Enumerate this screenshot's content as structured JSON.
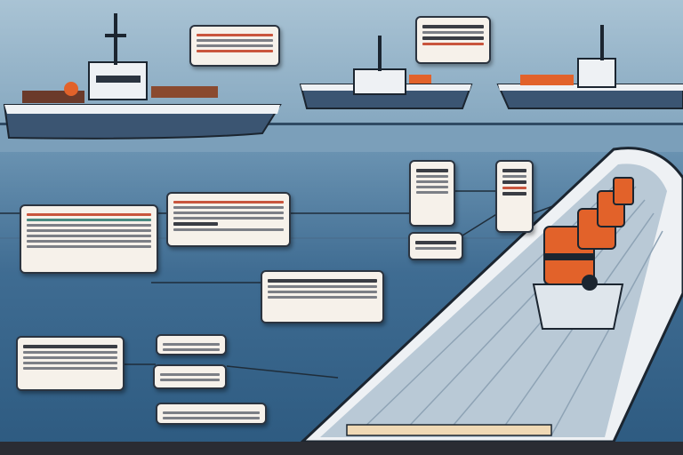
{
  "colors": {
    "sky": "#8fb0c6",
    "water": "#2d5a80",
    "hull": "#3b5572",
    "deck_white": "#eef1f4",
    "cargo_orange": "#e2622a",
    "card_bg": "#f6f1ea",
    "bottom_bar": "#2a2c33"
  },
  "boats": [
    "fishing-boat-left",
    "fishing-boat-center",
    "fishing-boat-right",
    "cargo-ship-foreground"
  ]
}
